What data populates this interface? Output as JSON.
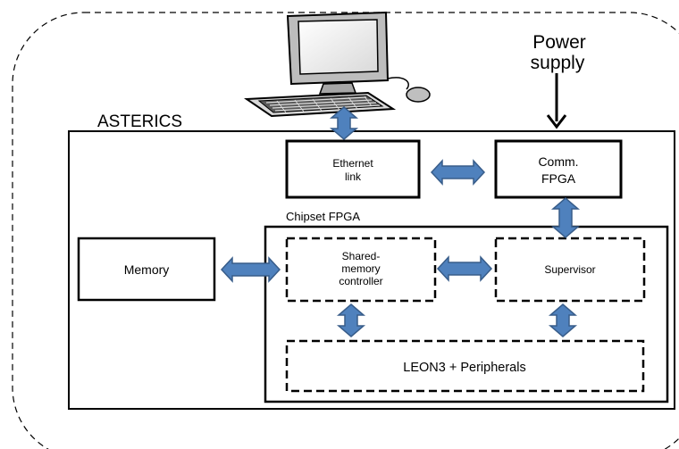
{
  "diagram": {
    "system_label": "ASTERICS",
    "power_supply": {
      "line1": "Power",
      "line2": "supply"
    },
    "ethernet_link": {
      "line1": "Ethernet",
      "line2": "link"
    },
    "comm_fpga": {
      "line1": "Comm.",
      "line2": "FPGA"
    },
    "chipset_fpga_label": "Chipset FPGA",
    "memory_label": "Memory",
    "shared_memory_controller": {
      "line1": "Shared-",
      "line2": "memory",
      "line3": "controller"
    },
    "supervisor_label": "Supervisor",
    "leon3_label": "LEON3 + Peripherals"
  },
  "icons": {
    "computer": "desktop-computer-icon"
  },
  "colors": {
    "arrow_fill": "#4f81bd",
    "arrow_stroke": "#385d8a",
    "line": "#000000",
    "background": "#ffffff"
  }
}
